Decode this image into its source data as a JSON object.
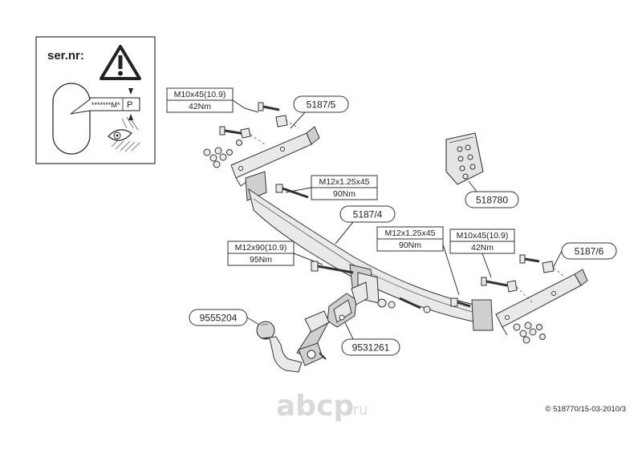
{
  "serial": {
    "label": "ser.nr:",
    "plate_code": "*******M*",
    "plate_letter": "P"
  },
  "parts": {
    "left_bracket": "5187/5",
    "crossbar": "5187/4",
    "right_bracket": "5187/6",
    "cover_plate": "518780",
    "tow_ball": "9555204",
    "socket_holder": "9531261"
  },
  "specs": {
    "top_left_bolt": {
      "size": "M10x45(10.9)",
      "torque": "42Nm"
    },
    "center_top_bolt": {
      "size": "M12x1.25x45",
      "torque": "90Nm"
    },
    "center_right_bolt": {
      "size": "M12x1.25x45",
      "torque": "90Nm"
    },
    "right_bolt": {
      "size": "M10x45(10.9)",
      "torque": "42Nm"
    },
    "ball_bolt": {
      "size": "M12x90(10.9)",
      "torque": "95Nm"
    }
  },
  "watermark": {
    "name": "abcp",
    "tld": ".ru"
  },
  "copyright": "© 518770/15-03-2010/3"
}
